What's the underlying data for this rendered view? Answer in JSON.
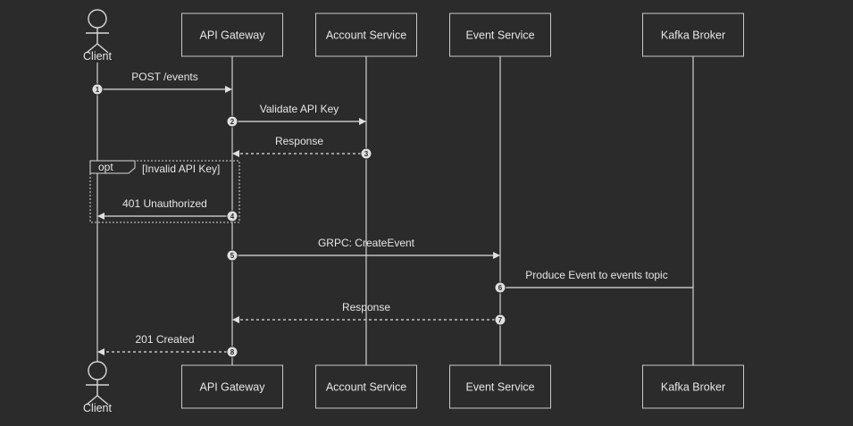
{
  "diagram": {
    "type": "sequence",
    "participants": [
      {
        "id": "client",
        "label": "Client",
        "kind": "actor"
      },
      {
        "id": "gateway",
        "label": "API Gateway",
        "kind": "box"
      },
      {
        "id": "account",
        "label": "Account Service",
        "kind": "box"
      },
      {
        "id": "event",
        "label": "Event Service",
        "kind": "box"
      },
      {
        "id": "kafka",
        "label": "Kafka Broker",
        "kind": "box"
      }
    ],
    "messages": [
      {
        "num": "1",
        "from": "client",
        "to": "gateway",
        "label": "POST /events",
        "style": "solid"
      },
      {
        "num": "2",
        "from": "gateway",
        "to": "account",
        "label": "Validate API Key",
        "style": "solid"
      },
      {
        "num": "3",
        "from": "account",
        "to": "gateway",
        "label": "Response",
        "style": "dashed"
      },
      {
        "num": "4",
        "from": "gateway",
        "to": "client",
        "label": "401 Unauthorized",
        "style": "solid"
      },
      {
        "num": "5",
        "from": "gateway",
        "to": "event",
        "label": "GRPC: CreateEvent",
        "style": "solid"
      },
      {
        "num": "6",
        "from": "event",
        "to": "kafka",
        "label": "Produce Event to events topic",
        "style": "solid"
      },
      {
        "num": "7",
        "from": "event",
        "to": "gateway",
        "label": "Response",
        "style": "dashed"
      },
      {
        "num": "8",
        "from": "gateway",
        "to": "client",
        "label": "201 Created",
        "style": "dashed"
      }
    ],
    "fragment": {
      "keyword": "opt",
      "condition": "[Invalid API Key]"
    }
  }
}
